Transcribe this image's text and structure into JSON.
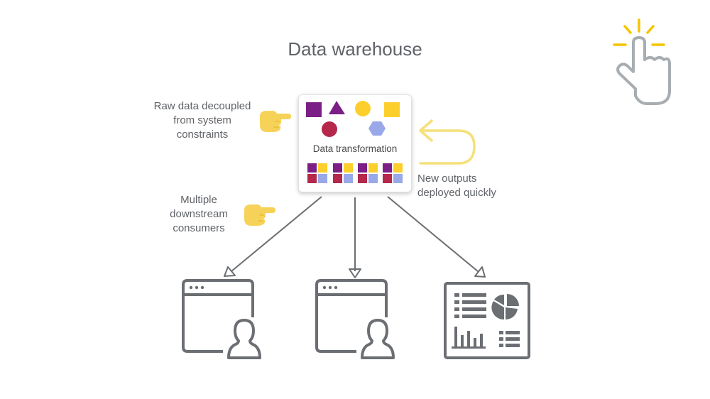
{
  "title": "Data warehouse",
  "annotations": {
    "raw_data": "Raw data decoupled\nfrom system\nconstraints",
    "downstream": "Multiple\ndownstream\nconsumers",
    "new_outputs": "New outputs\ndeployed quickly"
  },
  "transform": {
    "label": "Data transformation"
  },
  "colors": {
    "purple": "#7b1f87",
    "yellow": "#fccf2c",
    "crimson": "#b5284b",
    "lavender": "#98a8e8",
    "gray": "#6b6e72",
    "hand_yellow": "#f6d55a",
    "loop_yellow": "#f6e07a"
  },
  "consumers": [
    "browser-user-icon",
    "browser-user-icon",
    "dashboard-icon"
  ],
  "icons": [
    "pointing-hand-icon",
    "tap-hand-icon",
    "loop-arrow-icon"
  ]
}
